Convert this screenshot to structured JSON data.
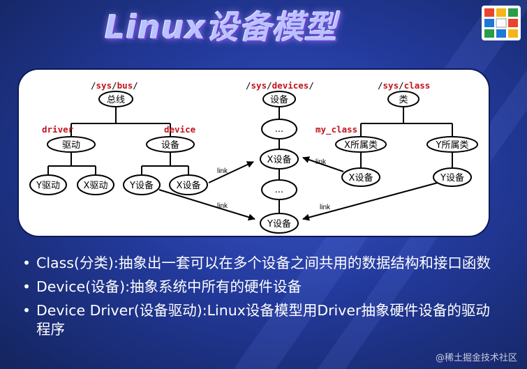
{
  "title": "Linux设备模型",
  "diagram": {
    "paths": {
      "bus": "/sys/bus/",
      "devices": "/sys/devices/",
      "class": "/sys/class"
    },
    "labels": {
      "driver": "driver",
      "device": "device",
      "my_class": "my_class",
      "link": "link"
    },
    "nodes": {
      "bus_root": "总线",
      "drivers": "驱动",
      "devices_group": "设备",
      "y_driver": "Y驱动",
      "x_driver": "X驱动",
      "y_device_bus": "Y设备",
      "x_device_bus": "X设备",
      "devices_root": "设备",
      "ellipsis_top": "...",
      "x_device": "X设备",
      "ellipsis_bottom": "...",
      "y_device": "Y设备",
      "class_root": "类",
      "x_class": "X所属类",
      "y_class": "Y所属类",
      "x_device_class": "X设备",
      "y_device_class": "Y设备"
    }
  },
  "bullets": [
    "Class(分类):抽象出一套可以在多个设备之间共用的数据结构和接口函数",
    "Device(设备):抽象系统中所有的硬件设备",
    "Device Driver(设备驱动):Linux设备模型用Driver抽象硬件设备的驱动程序"
  ],
  "bullet_symbol": "•",
  "watermark": "@稀土掘金技术社区",
  "colors": {
    "path_red": "#c0141c",
    "background": "#233a9c",
    "title": "#b9c2ff"
  }
}
